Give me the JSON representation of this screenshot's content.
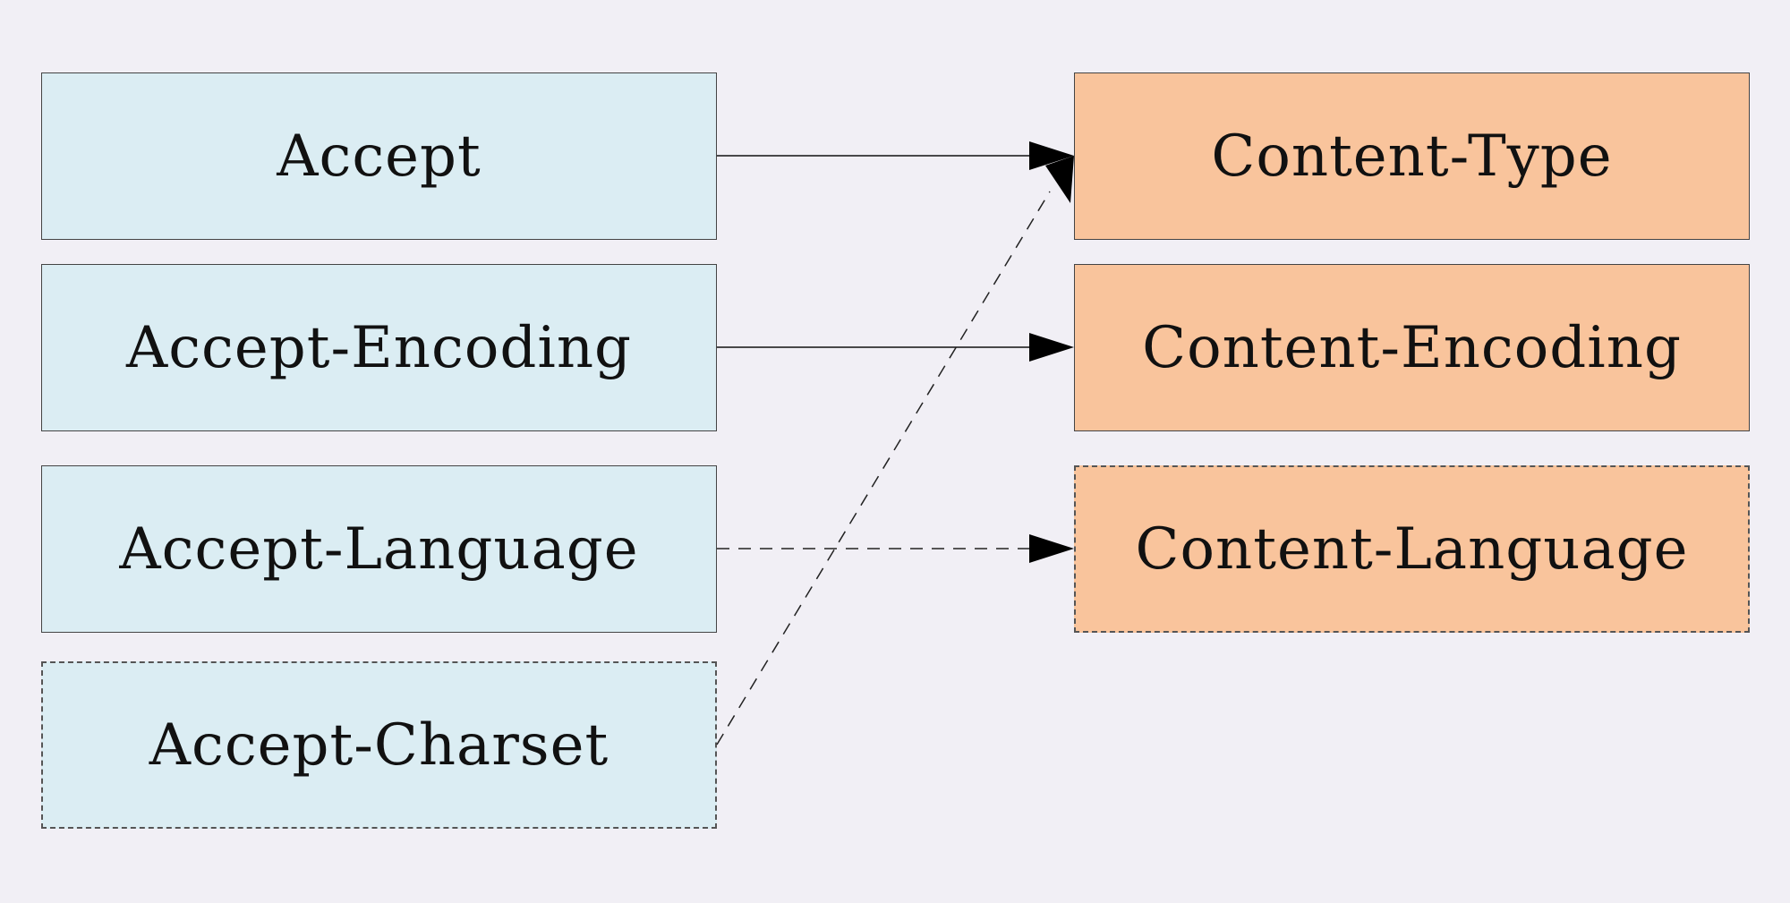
{
  "diagram": {
    "request_headers": [
      {
        "label": "Accept",
        "style": "solid"
      },
      {
        "label": "Accept-Encoding",
        "style": "solid"
      },
      {
        "label": "Accept-Language",
        "style": "solid"
      },
      {
        "label": "Accept-Charset",
        "style": "dashed"
      }
    ],
    "response_headers": [
      {
        "label": "Content-Type",
        "style": "solid"
      },
      {
        "label": "Content-Encoding",
        "style": "solid"
      },
      {
        "label": "Content-Language",
        "style": "dashed"
      }
    ],
    "connections": [
      {
        "from": "Accept",
        "to": "Content-Type",
        "style": "solid"
      },
      {
        "from": "Accept-Encoding",
        "to": "Content-Encoding",
        "style": "solid"
      },
      {
        "from": "Accept-Language",
        "to": "Content-Language",
        "style": "dashed"
      },
      {
        "from": "Accept-Charset",
        "to": "Content-Type",
        "style": "dashed"
      }
    ],
    "colors": {
      "background": "#f1eff5",
      "request_fill": "#dbedf3",
      "response_fill": "#f9c49c",
      "stroke": "#111111"
    }
  }
}
